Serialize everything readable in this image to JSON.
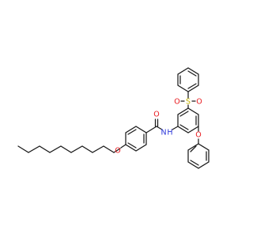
{
  "colors": {
    "bond": "#1a1a1a",
    "oxygen": "#e8191e",
    "nitrogen": "#2a35d9",
    "sulfur": "#c6b400"
  },
  "atoms": {
    "o_ether_left": "O",
    "o_carbonyl": "O",
    "n_amide": "N",
    "h_amide": "H",
    "s_sulfonyl": "S",
    "o_sulfonyl_left": "O",
    "o_sulfonyl_right": "O",
    "o_phenoxy": "O"
  }
}
